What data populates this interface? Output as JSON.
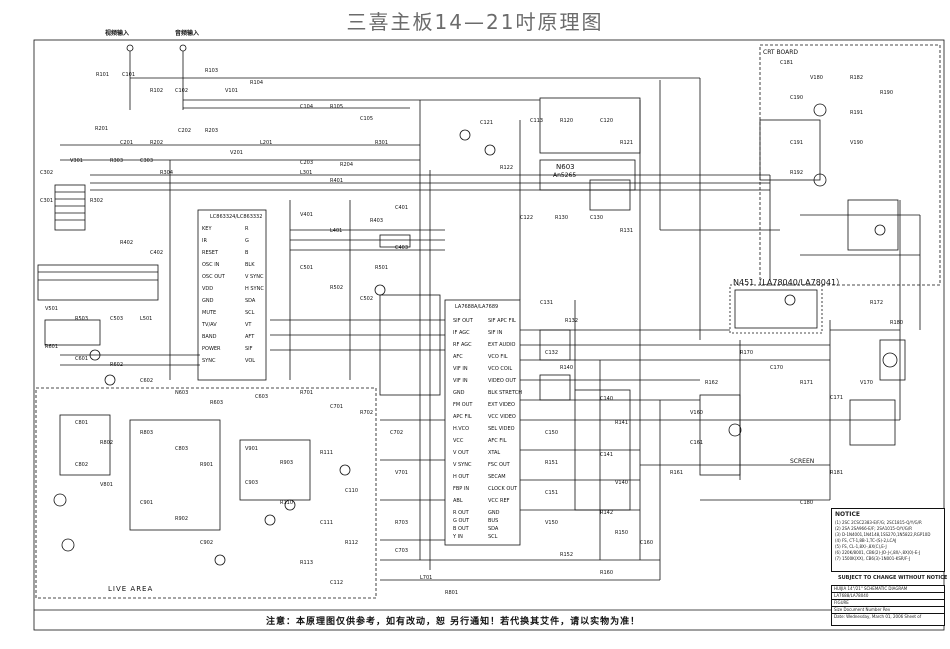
{
  "title": "三喜主板14—21吋原理图",
  "footer_note": "注意：本原理图仅供参考，如有改动，恕  另行通知！若代换其艾件，请以实物为准！",
  "live_area": "LIVE  AREA",
  "ic_labels": {
    "n451": "N451（LA78040/LA78041）",
    "n603": "N603",
    "n603_part": "An5265",
    "main_ic_a": "LA7688A/LA7689",
    "main_ic_b": "LC863324/LC863332"
  },
  "board_labels": {
    "crt_board": "CRT BOARD",
    "video_in": "视频输入",
    "audio_in": "音频输入",
    "screen": "SCREEN"
  },
  "notice": {
    "title": "NOTICE",
    "lines": [
      "(1) 2SC 2CSC2383-E/F/G; 2SC1815-Q/Y/G/R",
      "(2) 2SA 2SA966-E/F; 2SA1015-O/Y/G/R",
      "(3) D-1N4001,1N4148,1SS270,1N5822,RGP10D",
      "(4) FS, CT-1,8B-1,TC-(S)-2,LCAJ",
      "(5) FS, CL-1,8X/-,8X(C),E-J",
      "(6) 220K/8001, CB6(2)-JO-J-(,8X/-,8X(0)-E-J",
      "(7) 1500K(XX), CB6(3)-1N001-KSR/F-J"
    ]
  },
  "subject_line": "SUBJECT TO CHANGE WITHOUT NOTICE",
  "title_block": {
    "line1": "HUIJIA 14\"/21\" SCHEMATIC DIAGRAM",
    "line2": "LA7688/LA78040",
    "line3": "FIGURE",
    "line4": "Size  Document Number                          Rev",
    "line5": "Date: Wednesday, March 01, 2006     Sheet  of"
  },
  "component_labels": [
    "R101",
    "C101",
    "R102",
    "C102",
    "R103",
    "V101",
    "R104",
    "C104",
    "R105",
    "C105",
    "R201",
    "C201",
    "R202",
    "C202",
    "R203",
    "V201",
    "L201",
    "C203",
    "R204",
    "R301",
    "C301",
    "R302",
    "C302",
    "V301",
    "R303",
    "C303",
    "R304",
    "L301",
    "R401",
    "C401",
    "R402",
    "C402",
    "V401",
    "L401",
    "R403",
    "C403",
    "R501",
    "C501",
    "R502",
    "C502",
    "V501",
    "R503",
    "C503",
    "L501",
    "R601",
    "C601",
    "R602",
    "C602",
    "N603",
    "R603",
    "C603",
    "R701",
    "C701",
    "R702",
    "C702",
    "V701",
    "R703",
    "C703",
    "L701",
    "R801",
    "C801",
    "R802",
    "C802",
    "V801",
    "R803",
    "C803",
    "R901",
    "C901",
    "R902",
    "C902",
    "V901",
    "R903",
    "C903",
    "R110",
    "R111",
    "C110",
    "C111",
    "R112",
    "R113",
    "C112",
    "C113",
    "R120",
    "C120",
    "R121",
    "C121",
    "R122",
    "C122",
    "R130",
    "C130",
    "R131",
    "C131",
    "R132",
    "C132",
    "R140",
    "C140",
    "R141",
    "C141",
    "V140",
    "R142",
    "R150",
    "C150",
    "R151",
    "C151",
    "V150",
    "R152",
    "R160",
    "C160",
    "R161",
    "C161",
    "V160",
    "R162",
    "R170",
    "C170",
    "R171",
    "C171",
    "V170",
    "R172",
    "R180",
    "C180",
    "R181",
    "C181",
    "V180",
    "R182",
    "R190",
    "C190",
    "R191",
    "C191",
    "V190",
    "R192"
  ],
  "pin_labels_left": [
    "SIF OUT",
    "IF AGC",
    "RF AGC",
    "AFC",
    "VIF IN",
    "VIF IN",
    "GND",
    "FM OUT",
    "APC FIL",
    "H.VCO",
    "VCC",
    "V OUT",
    "V SYNC",
    "H OUT",
    "FBP IN",
    "ABL",
    "R OUT",
    "G OUT",
    "B OUT",
    "Y IN"
  ],
  "pin_labels_right": [
    "SIF APC FIL",
    "SIF IN",
    "EXT AUDIO",
    "VCO FIL",
    "VCO COIL",
    "VIDEO OUT",
    "BLK STRETCH",
    "EXT VIDEO",
    "VCC VIDEO",
    "SEL VIDEO",
    "AFC FIL",
    "XTAL",
    "FSC OUT",
    "SECAM",
    "CLOCK OUT",
    "VCC REF",
    "GND",
    "BUS",
    "SDA",
    "SCL"
  ],
  "cpu_pins_left": [
    "KEY",
    "IR",
    "RESET",
    "OSC IN",
    "OSC OUT",
    "VDD",
    "GND",
    "MUTE",
    "TV/AV",
    "BAND",
    "POWER",
    "SYNC"
  ],
  "cpu_pins_right": [
    "R",
    "G",
    "B",
    "BLK",
    "V SYNC",
    "H SYNC",
    "SDA",
    "SCL",
    "VT",
    "AFT",
    "SIF",
    "VOL"
  ]
}
